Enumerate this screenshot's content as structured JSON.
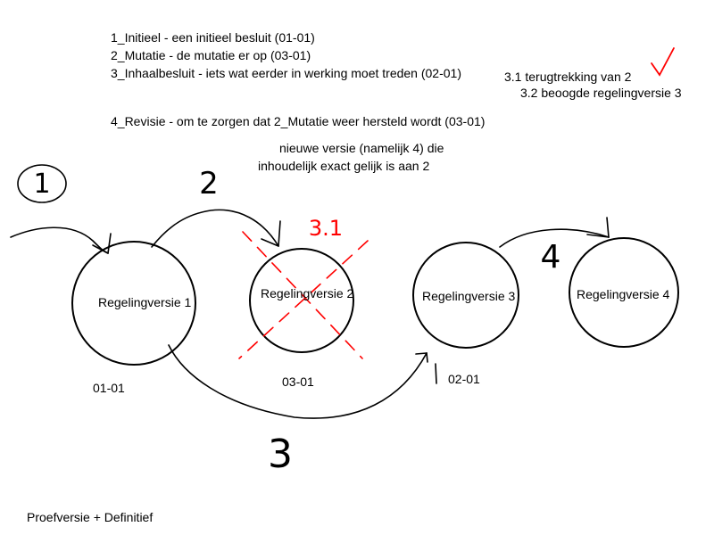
{
  "legend": {
    "line1": "1_Initieel - een initieel besluit (01-01)",
    "line2": "2_Mutatie - de mutatie er op (03-01)",
    "line3": "3_Inhaalbesluit - iets wat eerder in werking moet treden (02-01)",
    "line4": "4_Revisie - om te zorgen dat 2_Mutatie weer hersteld wordt (03-01)"
  },
  "note": {
    "line1": "nieuwe versie (namelijk 4) die",
    "line2": "inhoudelijk exact gelijk is aan 2"
  },
  "side_note": {
    "line1": "3.1  terugtrekking van 2",
    "line2": "3.2 beoogde regelingversie 3"
  },
  "nodes": {
    "v1": {
      "label": "Regelingversie 1",
      "date": "01-01"
    },
    "v2": {
      "label": "Regelingversie 2",
      "date": "03-01"
    },
    "v3": {
      "label": "Regelingversie 3",
      "date": "02-01"
    },
    "v4": {
      "label": "Regelingversie 4"
    }
  },
  "handwritten": {
    "label_1": "1",
    "label_2": "2",
    "label_3": "3",
    "label_4": "4",
    "label_31": "3.1"
  },
  "footer": {
    "text": "Proefversie + Definitief"
  },
  "colors": {
    "ink": "#000000",
    "annotation": "#ff0000"
  }
}
